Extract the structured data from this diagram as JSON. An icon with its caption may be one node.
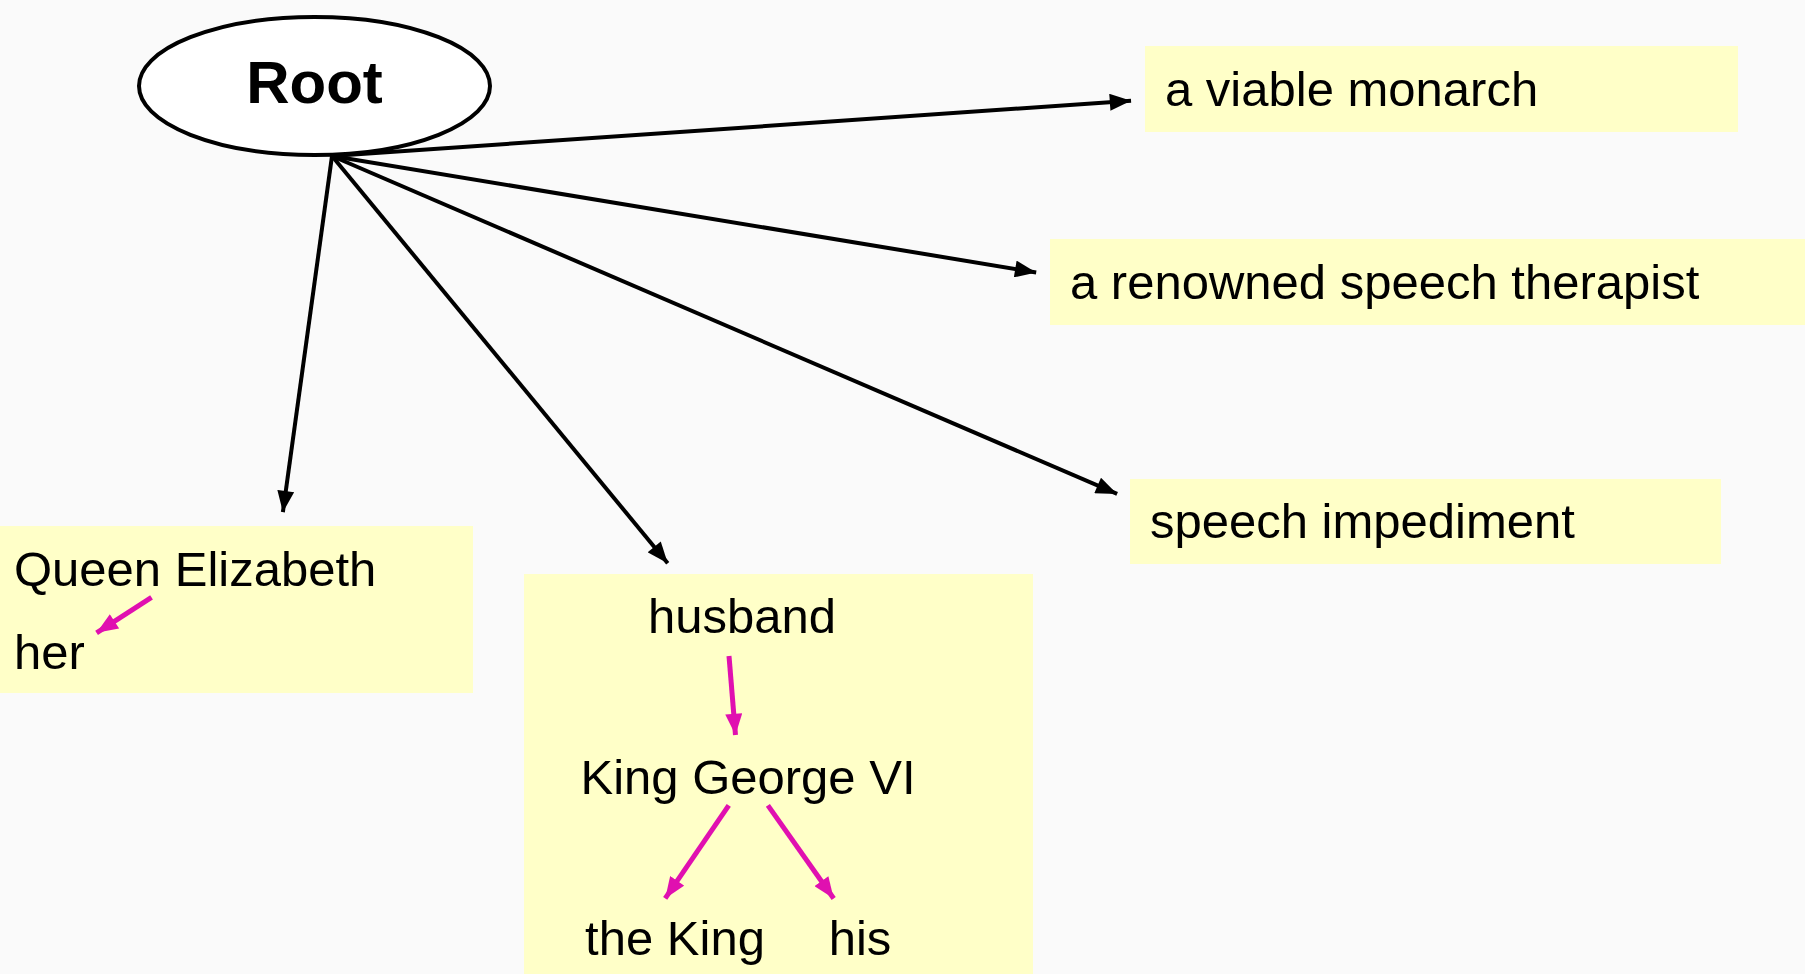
{
  "diagram": {
    "nodes": [
      {
        "text": [
          "Root"
        ]
      },
      {
        "text": [
          "a viable monarch"
        ]
      },
      {
        "text": [
          "a renowned speech therapist"
        ]
      },
      {
        "text": [
          "speech impediment"
        ]
      },
      {
        "text": [],
        "shape": "box"
      },
      {
        "text": [
          "Queen Elizabeth"
        ],
        "in": 4
      },
      {
        "text": [
          "her"
        ],
        "in": 4
      },
      {
        "text": [],
        "shape": "box"
      },
      {
        "text": [
          "husband"
        ],
        "in": 7
      },
      {
        "text": [
          "King George VI"
        ],
        "in": 7
      },
      {
        "text": [
          "the King"
        ],
        "in": 7
      },
      {
        "text": [
          "his"
        ],
        "in": 7
      }
    ],
    "edges": [
      {
        "from": 0,
        "to": 1,
        "arrow": "to"
      },
      {
        "from": 0,
        "to": 2,
        "arrow": "to"
      },
      {
        "from": 0,
        "to": 3,
        "arrow": "to"
      },
      {
        "from": 0,
        "to": 4,
        "arrow": "to"
      },
      {
        "from": 0,
        "to": 7,
        "arrow": "to"
      },
      {
        "from": 5,
        "to": 6,
        "arrow": "to",
        "color": "#e010b0"
      },
      {
        "from": 8,
        "to": 9,
        "arrow": "to",
        "color": "#e010b0"
      },
      {
        "from": 9,
        "to": 10,
        "arrow": "to",
        "color": "#e010b0"
      },
      {
        "from": 9,
        "to": 11,
        "arrow": "to",
        "color": "#e010b0"
      }
    ]
  }
}
